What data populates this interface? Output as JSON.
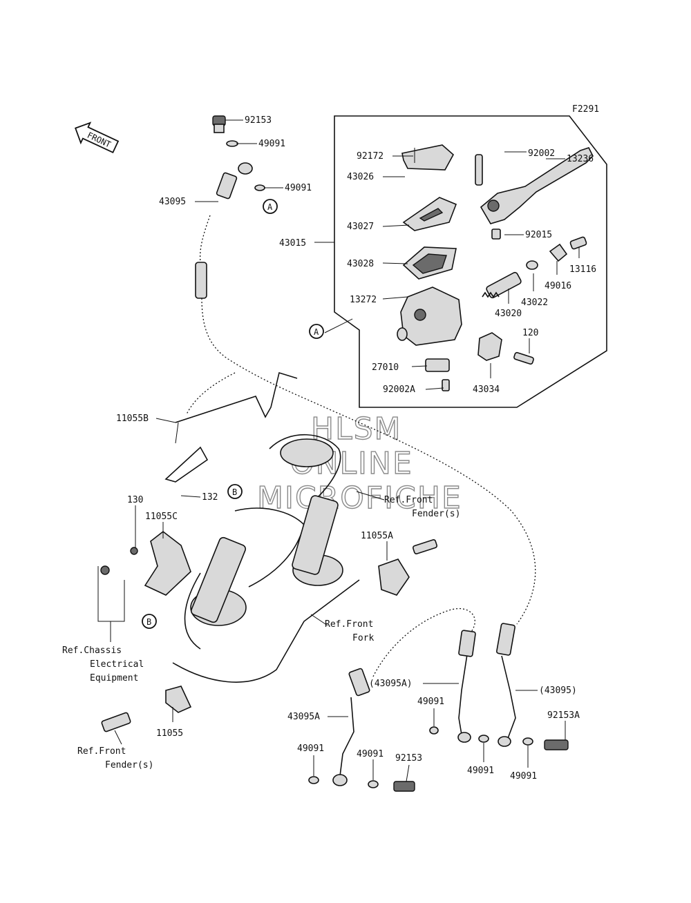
{
  "figure_code": "F2291",
  "front_marker": "FRONT",
  "watermark": [
    "HLSM",
    "ONLINE",
    "MICROFICHE"
  ],
  "callouts": {
    "a": "A",
    "b": "B"
  },
  "labels": {
    "p92153_top": "92153",
    "p49091_top": "49091",
    "p49091_top2": "49091",
    "p43095_top": "43095",
    "p43015": "43015",
    "p92172": "92172",
    "p43026": "43026",
    "p43027": "43027",
    "p43028": "43028",
    "p13272": "13272",
    "p27010": "27010",
    "p92002A": "92002A",
    "p43034": "43034",
    "p120": "120",
    "p43020": "43020",
    "p43022": "43022",
    "p49016": "49016",
    "p13116": "13116",
    "p92015": "92015",
    "p13236": "13236",
    "p92002": "92002",
    "p11055B": "11055B",
    "p132": "132",
    "p130": "130",
    "p11055C": "11055C",
    "p11055A": "11055A",
    "p11055": "11055",
    "p43095A_left": "43095A",
    "p43095A_paren": "(43095A)",
    "p43095_paren": "(43095)",
    "p49091_a": "49091",
    "p49091_b": "49091",
    "p49091_c": "49091",
    "p49091_d": "49091",
    "p49091_e": "49091",
    "p92153_bottom": "92153",
    "p92153A": "92153A"
  },
  "refs": {
    "front_fender_top": [
      "Ref.Front",
      "Fender(s)"
    ],
    "front_fork": [
      "Ref.Front",
      "Fork"
    ],
    "chassis_electrical": [
      "Ref.Chassis",
      "Electrical",
      "Equipment"
    ],
    "front_fender_bottom": [
      "Ref.Front",
      "Fender(s)"
    ]
  }
}
